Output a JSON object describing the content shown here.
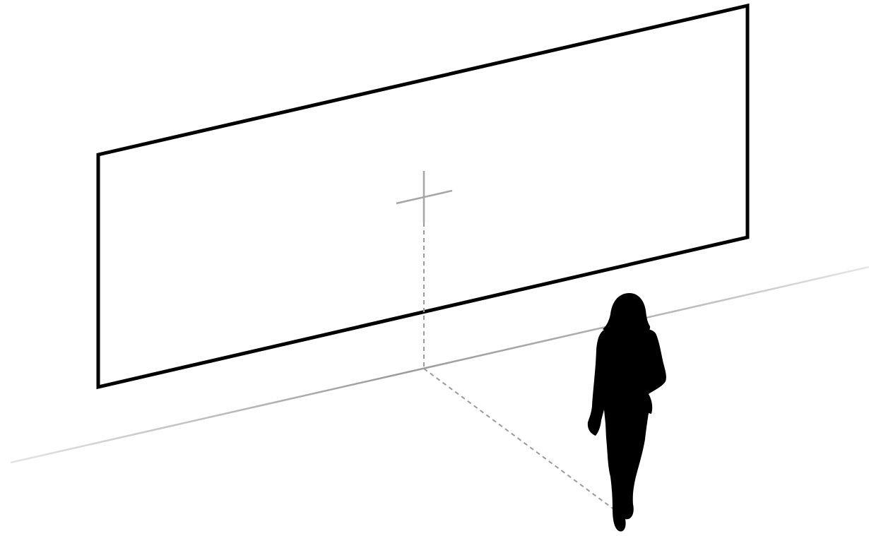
{
  "diagram": {
    "type": "isometric-wall-viewing-diagram",
    "elements": [
      "floor-line",
      "wall-panel",
      "center-crosshair",
      "vertical-drop-line",
      "floor-projection-line",
      "person-silhouette"
    ],
    "colors": {
      "background": "#ffffff",
      "panel_stroke": "#000000",
      "floor_line": "#9a9a9a",
      "guide_lines": "#999999",
      "crosshair": "#a6a6a6",
      "silhouette": "#000000"
    }
  }
}
